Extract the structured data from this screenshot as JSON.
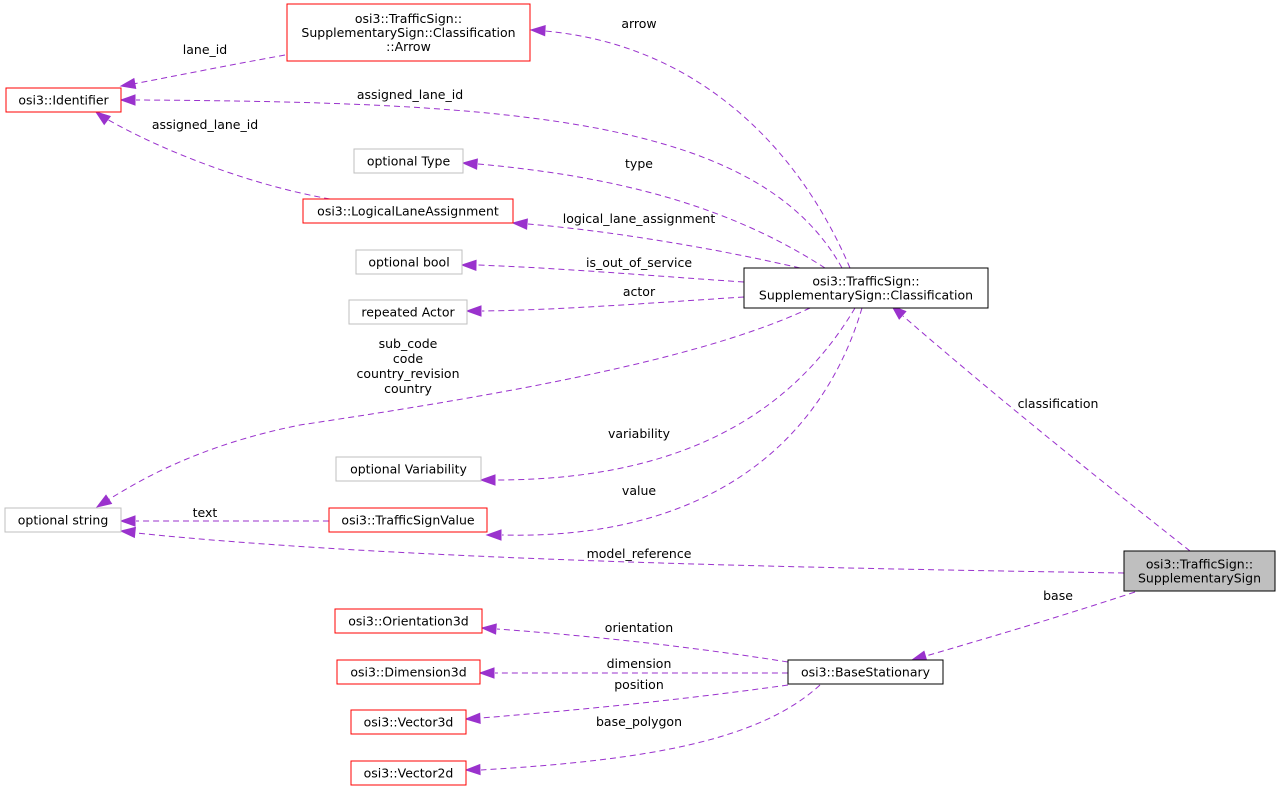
{
  "diagram": {
    "colors": {
      "edge": "#9a32cd",
      "node_red_border": "#ff0000",
      "node_gray_border": "#bfbfbf",
      "node_black_border": "#000000",
      "focus_fill": "#bfbfbf"
    },
    "nodes": {
      "arrow": {
        "lines": [
          "osi3::TrafficSign::",
          "SupplementarySign::Classification",
          "::Arrow"
        ]
      },
      "identifier": {
        "lines": [
          "osi3::Identifier"
        ]
      },
      "optional_type": {
        "lines": [
          "optional Type"
        ]
      },
      "logical_lane_assignment": {
        "lines": [
          "osi3::LogicalLaneAssignment"
        ]
      },
      "optional_bool": {
        "lines": [
          "optional bool"
        ]
      },
      "repeated_actor": {
        "lines": [
          "repeated Actor"
        ]
      },
      "classification": {
        "lines": [
          "osi3::TrafficSign::",
          "SupplementarySign::Classification"
        ]
      },
      "optional_variability": {
        "lines": [
          "optional Variability"
        ]
      },
      "optional_string": {
        "lines": [
          "optional string"
        ]
      },
      "traffic_sign_value": {
        "lines": [
          "osi3::TrafficSignValue"
        ]
      },
      "supplementary_sign": {
        "lines": [
          "osi3::TrafficSign::",
          "SupplementarySign"
        ]
      },
      "orientation3d": {
        "lines": [
          "osi3::Orientation3d"
        ]
      },
      "dimension3d": {
        "lines": [
          "osi3::Dimension3d"
        ]
      },
      "base_stationary": {
        "lines": [
          "osi3::BaseStationary"
        ]
      },
      "vector3d": {
        "lines": [
          "osi3::Vector3d"
        ]
      },
      "vector2d": {
        "lines": [
          "osi3::Vector2d"
        ]
      }
    },
    "edge_labels": {
      "arrow": [
        "arrow"
      ],
      "lane_id": [
        "lane_id"
      ],
      "assigned_lane_id_classification": [
        "assigned_lane_id"
      ],
      "assigned_lane_id_lla": [
        "assigned_lane_id"
      ],
      "type": [
        "type"
      ],
      "logical_lane_assignment": [
        "logical_lane_assignment"
      ],
      "is_out_of_service": [
        "is_out_of_service"
      ],
      "actor": [
        "actor"
      ],
      "string_fields": [
        "sub_code",
        "code",
        "country_revision",
        "country"
      ],
      "variability": [
        "variability"
      ],
      "value": [
        "value"
      ],
      "text": [
        "text"
      ],
      "model_reference": [
        "model_reference"
      ],
      "classification": [
        "classification"
      ],
      "base": [
        "base"
      ],
      "orientation": [
        "orientation"
      ],
      "dimension": [
        "dimension"
      ],
      "position": [
        "position"
      ],
      "base_polygon": [
        "base_polygon"
      ]
    }
  }
}
